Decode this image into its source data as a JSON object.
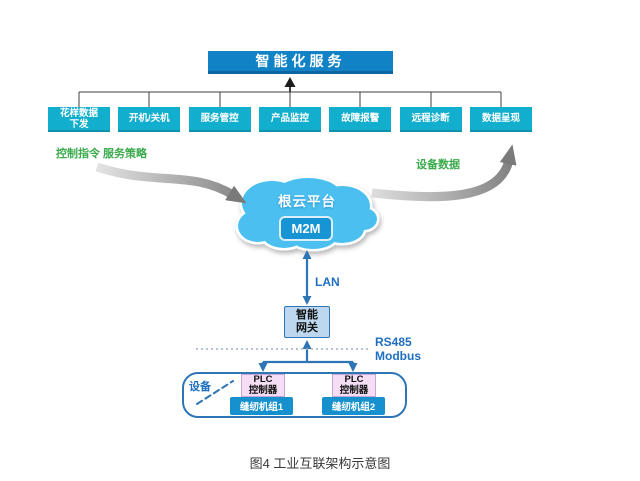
{
  "figure": {
    "caption": "图4  工业互联架构示意图"
  },
  "top_service": {
    "label": "智能化服务"
  },
  "service_functions": [
    {
      "label": "花样数据\n下发"
    },
    {
      "label": "开机/关机"
    },
    {
      "label": "服务管控"
    },
    {
      "label": "产品监控"
    },
    {
      "label": "故障报警"
    },
    {
      "label": "远程诊断"
    },
    {
      "label": "数据呈现"
    }
  ],
  "flow_labels": {
    "down": "控制指令 服务策略",
    "up": "设备数据"
  },
  "cloud": {
    "name": "根云平台",
    "badge": "M2M"
  },
  "network": {
    "lan": "LAN",
    "bus": "RS485\nModbus"
  },
  "gateway": {
    "label": "智能\n网关"
  },
  "device_group": {
    "label": "设备",
    "plc": {
      "label": "PLC\n控制器"
    },
    "machines": [
      "缝纫机组1",
      "缝纫机组2"
    ]
  },
  "colors": {
    "primary_blue": "#1182C5",
    "primary_blue_dark": "#0D66A0",
    "cyan": "#12AECE",
    "cyan_dark": "#0E93AE",
    "cloud_blue": "#4BC0F0",
    "m2m_blue": "#1694D4",
    "machine_blue": "#1791CE",
    "link_blue": "#2E75B6",
    "label_blue": "#1F6FC0",
    "gateway_fill": "#BDD7EE",
    "plc_fill": "#F5DEF5",
    "plc_border": "#C5A8D5",
    "flow_green": "#3BAB4D",
    "arrow_gray": "#7F7F7F",
    "caption_gray": "#383838"
  }
}
